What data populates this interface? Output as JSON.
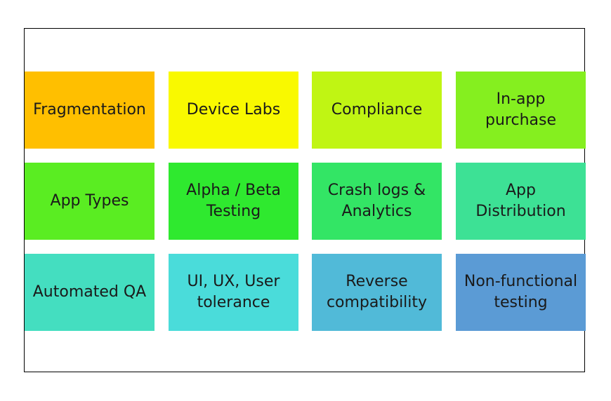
{
  "tiles": [
    {
      "label": "Fragmentation",
      "color": "#FFBF00"
    },
    {
      "label": "Device Labs",
      "color": "#F9F900"
    },
    {
      "label": "Compliance",
      "color": "#C0F513"
    },
    {
      "label": "In-app purchase",
      "color": "#85EF1F"
    },
    {
      "label": "App Types",
      "color": "#5AED22"
    },
    {
      "label": "Alpha / Beta Testing",
      "color": "#2FE92F"
    },
    {
      "label": "Crash logs & Analytics",
      "color": "#33E565"
    },
    {
      "label": "App Distribution",
      "color": "#3DE195"
    },
    {
      "label": "Automated QA",
      "color": "#44DEC0"
    },
    {
      "label": "UI, UX, User tolerance",
      "color": "#4ADCDA"
    },
    {
      "label": "Reverse compatibility",
      "color": "#51BAD8"
    },
    {
      "label": "Non-functional testing",
      "color": "#5B9BD5"
    }
  ]
}
